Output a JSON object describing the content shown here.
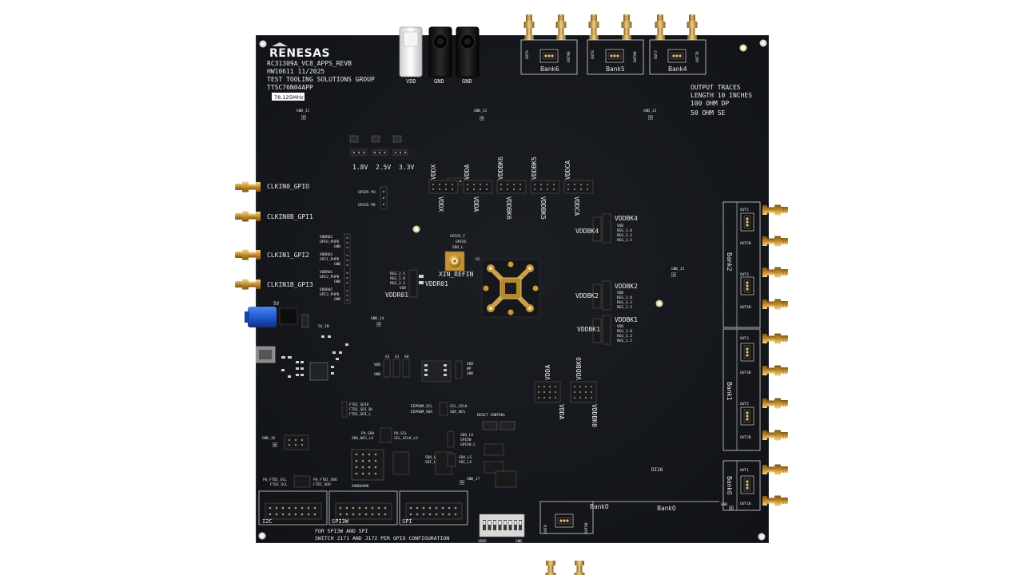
{
  "board": {
    "brand": "RENESAS",
    "info_lines": [
      "RC31309A_VC8_APPS_REVB",
      "HW10611 11/2025",
      "TEST TOOLING SOLUTIONS GROUP",
      "TTSC76N04APP"
    ],
    "freq_label": "78.125MHz",
    "output_traces": [
      "OUTPUT TRACES",
      "LENGTH 10 INCHES",
      "100 OHM DP",
      "50 OHM SE"
    ],
    "power_jacks": {
      "vdd": "VDD",
      "gnd1": "GND",
      "gnd2": "GND"
    },
    "voltage_labels": [
      "1.8V",
      "2.5V",
      "3.3V"
    ],
    "clkin_labels": [
      "CLKIN0_GPIO",
      "CLKIN0B_GPI1",
      "CLKIN1_GPI2",
      "CLKIN1B_GPI3"
    ],
    "bank_labels": {
      "bank6": "Bank6",
      "bank5": "Bank5",
      "bank4": "Bank4",
      "bank2": "Bank2",
      "bank1": "Bank1",
      "bank0_side": "Bank0",
      "bank0_bottom": "Bank0",
      "bank0_mid": "Bank0"
    },
    "vddo_labels": [
      "VDDX",
      "VDDA",
      "VDDBK6",
      "VDDBK5",
      "VDDCA"
    ],
    "vddo_rot": [
      "VDDX",
      "VDDA",
      "VDDBK6",
      "VDDBK5",
      "VDDCA"
    ],
    "vddbk_right": [
      "VDDBK4",
      "VDDBK2",
      "VDDBK1"
    ],
    "vddbk_left": [
      "VDDBK4",
      "VDDBK2",
      "VDDBK1"
    ],
    "vddbk_bottom": [
      "VDDA",
      "VDDBK0"
    ],
    "reg_lines": [
      "VDD",
      "REG_1.8",
      "REG_3.3",
      "REG_2.5"
    ],
    "xin_label": "XIN_REFIN",
    "vddr_labels": [
      "VDDR01",
      "VDDR01"
    ],
    "gpio_labels": [
      "GPIO5 PU",
      "GPIO5 PD"
    ],
    "gpio_pupd": [
      "VDDR01",
      "GPIO_PUPD",
      "GND",
      "VDDR01",
      "GPI1_PUPD",
      "GND",
      "VDDR01",
      "GPI2_PUPD",
      "GND",
      "VDDR01",
      "GPI3_PUPD",
      "GND"
    ],
    "five_v": [
      "5V",
      "5V_IN"
    ],
    "reset_label": "RESET CONTROL",
    "eeprom_labels": [
      "EEPROM_SCL",
      "EEPROM_SDA",
      "SCL_SCLK",
      "SDA_NCS"
    ],
    "aardvark": "AARDVARK",
    "ifaces": [
      "I2C",
      "SPI3W",
      "SPI"
    ],
    "footer": [
      "FOR SPI3W AND SPI",
      "SWITCH J171 AND J172 PER GPIO CONFIGURATION"
    ],
    "dip_labels": [
      "VDDD",
      "GND"
    ],
    "di26": "DI26",
    "gnd_tests": [
      "GND_J1",
      "GND_J2",
      "GND_J3",
      "GND_J4",
      "GND_J5",
      "GND_J6",
      "GND_J7",
      "GND"
    ],
    "out_labels_right": [
      "OUT5",
      "OUT5B",
      "OUT4",
      "OUT4B",
      "OUT3",
      "OUT3B",
      "OUT2",
      "OUT2B",
      "OUT1",
      "OUT1B"
    ],
    "out_labels_top": [
      "OUT9",
      "OUT9B",
      "OUT8",
      "OUT8B",
      "OUT7",
      "OUT7B"
    ],
    "out_labels_bottom": [
      "OUT0",
      "OUT0B"
    ],
    "ftdi_labels": [
      "FTDI_SDIO",
      "FTDI_SDI_BL",
      "FTDI_SDI_L",
      "PU_SDA",
      "PU_SCL",
      "SDA_NCS_LS",
      "SCL_SCLK_LS",
      "PU_FTDI_SCL",
      "FTDI_SCL",
      "PU_FTDI_SDO",
      "FTDI_SDO"
    ],
    "colors": {
      "board": "#14161a",
      "silk": "#e8e8ea",
      "gold": "#c89a3a",
      "blue": "#1e5bd6",
      "white_jack": "#e9e9e9"
    }
  }
}
